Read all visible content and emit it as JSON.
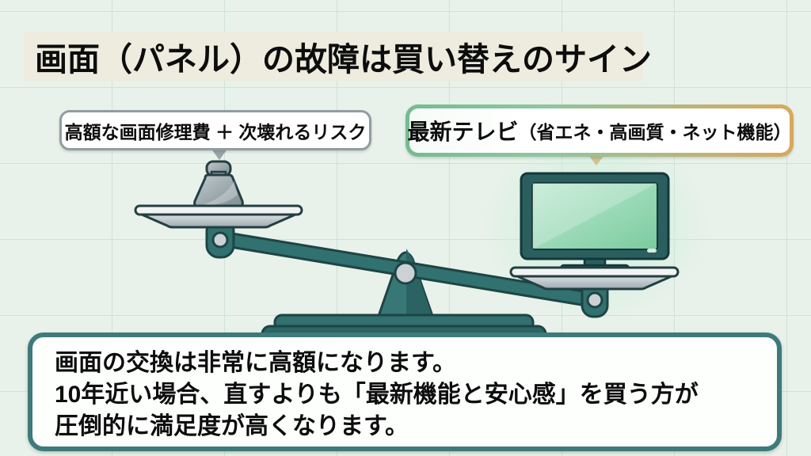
{
  "title": "画面（パネル）の故障は買い替えのサイン",
  "labels": {
    "left": {
      "text": "高額な画面修理費 ＋ 次壊れるリスク"
    },
    "right": {
      "main": "最新テレビ",
      "sub": "（省エネ・高画質・ネット機能）"
    }
  },
  "note": {
    "line1": "画面の交換は非常に高額になります。",
    "line2": "10年近い場合、直すよりも「最新機能と安心感」を買う方が",
    "line3": "圧倒的に満足度が高くなります。"
  },
  "illustration": {
    "name": "balance-scale",
    "left_pan_item": "weight-icon",
    "right_pan_item": "tv-icon",
    "tilt": "right-side-down"
  },
  "colors": {
    "background": "#e8f1ea",
    "grid_line": "#cfe2d8",
    "title_band": "#edecdf",
    "scale_teal": "#31716f",
    "scale_outline": "#1e4445",
    "pan_light": "#f2f4f4",
    "pan_shadow": "#9dabb0",
    "weight_gray": "#8d9aa0",
    "tv_frame": "#2b5e5f",
    "tv_screen": "#8fd3ab",
    "left_callout_border": "#909da2",
    "right_callout_border_start": "#76bb92",
    "right_callout_border_end": "#d9a85c",
    "note_border": "#3e7a7b"
  }
}
